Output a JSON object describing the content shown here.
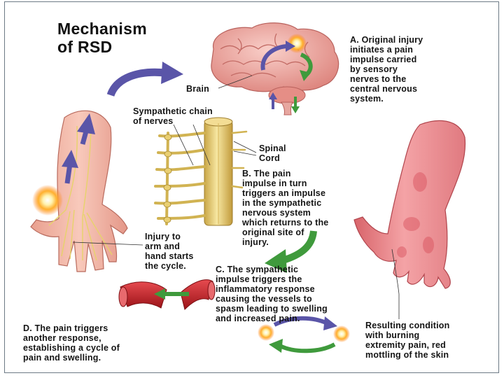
{
  "title": [
    "Mechanism",
    "of RSD"
  ],
  "labels": {
    "brain": "Brain",
    "sympathetic_chain": [
      "Sympathetic chain",
      "of nerves"
    ],
    "spinal_cord": [
      "Spinal",
      "Cord"
    ],
    "injury": [
      "Injury to",
      "arm and",
      "hand starts",
      "the cycle."
    ],
    "resulting": [
      "Resulting condition",
      "with burning",
      "extremity pain, red",
      "mottling of the skin"
    ]
  },
  "steps": {
    "a": [
      "A. Original injury",
      "initiates a pain",
      "impulse carried",
      "by sensory",
      "nerves to the",
      "central nervous",
      "system."
    ],
    "b": [
      "B.  The pain",
      "impulse in turn",
      "triggers an impulse",
      "in the sympathetic",
      "nervous system",
      "which returns to the",
      "original site of",
      "injury."
    ],
    "c": [
      "C.  The sympathetic",
      "impulse triggers the",
      "inflammatory response",
      "causing the vessels to",
      "spasm leading to swelling",
      "and increased pain."
    ],
    "d": [
      "D.  The pain triggers",
      "another response,",
      "establishing a cycle of",
      "pain and swelling."
    ]
  },
  "colors": {
    "frame": "#6d7a86",
    "arrow_blue": "#5a55a8",
    "arrow_green": "#3f9a3c",
    "brain_pink": "#f2a7a3",
    "skin": "#f3a09a",
    "nerve_yellow": "#e7d36a",
    "vessel_red": "#c8232a",
    "glow_orange": "#ff8a1c"
  },
  "icons": [
    "brain-illustration",
    "spinal-cord-illustration",
    "injured-arm-illustration",
    "inflamed-hand-illustration",
    "blood-vessel-illustration",
    "cycle-arrows-icon"
  ]
}
